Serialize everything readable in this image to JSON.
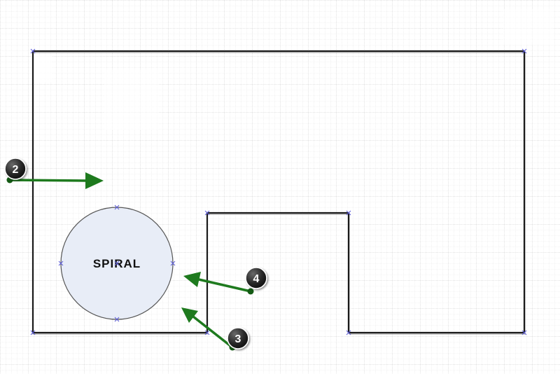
{
  "diagram": {
    "circle_label": "SPIRAL",
    "markers": [
      {
        "label": "2"
      },
      {
        "label": "3"
      },
      {
        "label": "4"
      }
    ]
  },
  "colors": {
    "wall": "#1a1a1a",
    "arrow": "#1e7a1e",
    "circle_fill": "#e8edf7",
    "circle_stroke": "#555555",
    "vertex_marker": "#5a5ad6",
    "badge": "#2b2b2b",
    "grid": "#d9d9d9"
  }
}
